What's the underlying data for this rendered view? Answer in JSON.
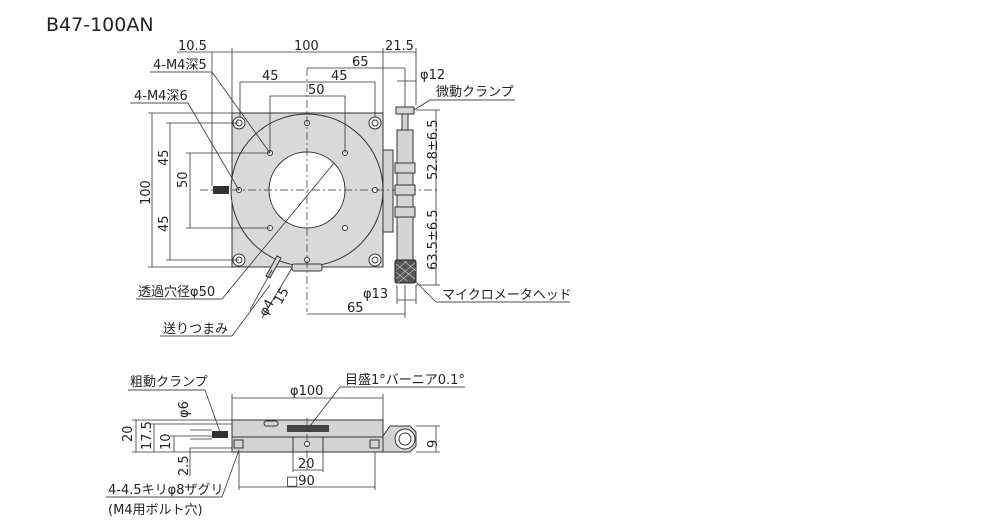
{
  "title": "B47-100AN",
  "top_view": {
    "dim_10_5": "10.5",
    "dim_100_top": "100",
    "dim_21_5": "21.5",
    "dim_65_top": "65",
    "dim_45_left": "45",
    "dim_45_right": "45",
    "dim_50_top": "50",
    "label_m4_depth5": "4-M4深5",
    "label_m4_depth6": "4-M4深6",
    "dim_phi12": "φ12",
    "label_fine_clamp": "微動クランプ",
    "dim_52_8": "52.8±6.5",
    "dim_63_5": "63.5±6.5",
    "dim_100_left": "100",
    "dim_45_upper": "45",
    "dim_50_left": "50",
    "dim_45_lower": "45",
    "label_through_hole": "透過穴径φ50",
    "dim_phi13": "φ13",
    "dim_65_bottom": "65",
    "label_micrometer_head": "マイクロメータヘッド",
    "dim_phi4": "φ4",
    "dim_15": "15",
    "label_feed_knob": "送りつまみ"
  },
  "side_view": {
    "label_coarse_clamp": "粗動クランプ",
    "label_scale": "目盛1°バーニア0.1°",
    "dim_phi100": "φ100",
    "dim_phi6": "φ6",
    "dim_20_left": "20",
    "dim_17_5": "17.5",
    "dim_10": "10",
    "dim_2_5": "2.5",
    "dim_20_bottom": "20",
    "dim_sq90": "□90",
    "dim_9": "9",
    "label_bolt_holes": "4-4.5キリφ8ザグリ",
    "label_bolt_note": "(M4用ボルト穴)"
  }
}
